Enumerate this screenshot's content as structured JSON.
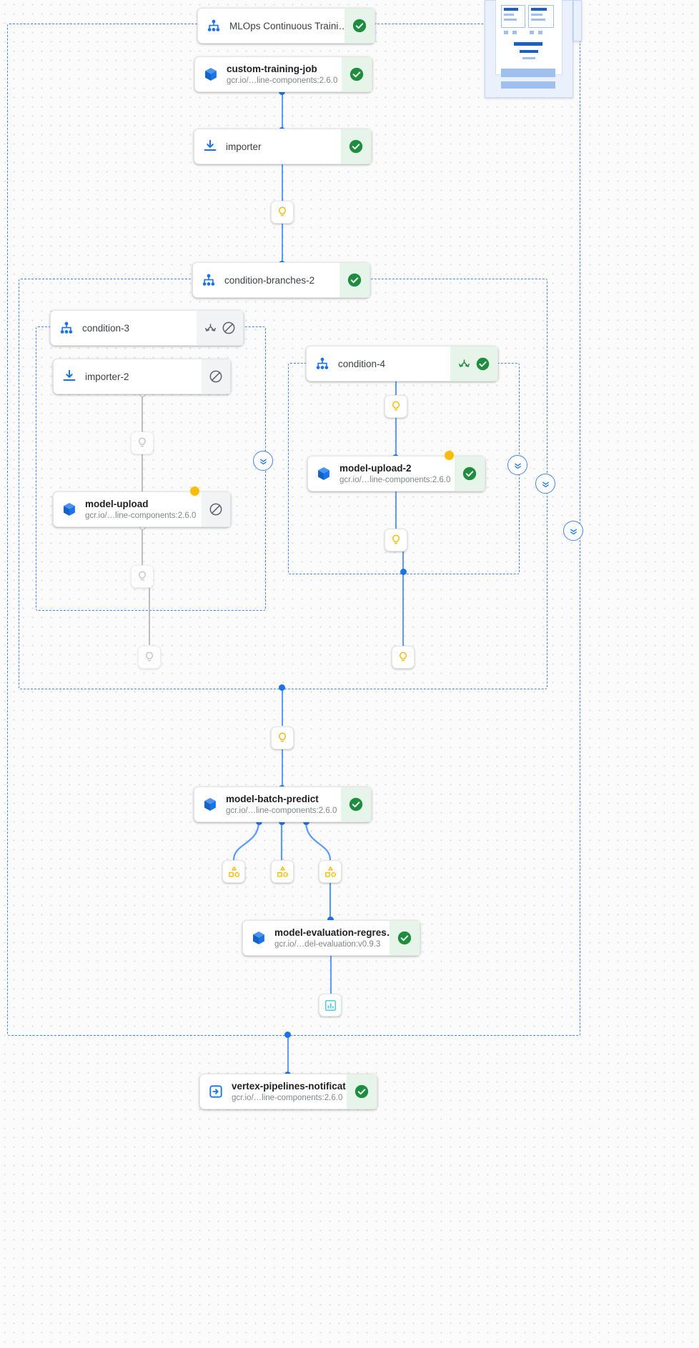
{
  "app": {
    "view": "vertex-ai-pipeline-run-graph",
    "colors": {
      "edge_blue": "#5b9bf8",
      "edge_grey": "#bdbdbd",
      "group_dash": "#4285f4",
      "success_green": "#1e8e3e",
      "success_bg": "#e6f4ea",
      "skipped_bg": "#f1f3f4",
      "skipped_grey": "#5f6368",
      "artifact_amber": "#fbbc04",
      "metric_cyan": "#4ecde4",
      "icon_blue": "#1a73e8"
    }
  },
  "graph": {
    "nodes": [
      {
        "id": "mlops-continuous-training",
        "title": "MLOps Continuous Traini…",
        "subtitle": "",
        "icon": "dag-root-icon",
        "status": "succeeded",
        "status_icon": "check-circle-icon"
      },
      {
        "id": "custom-training-job",
        "title": "custom-training-job",
        "subtitle": "gcr.io/…line-components:2.6.0",
        "icon": "container-cube-icon",
        "status": "succeeded",
        "status_icon": "check-circle-icon"
      },
      {
        "id": "importer",
        "title": "importer",
        "subtitle": "",
        "icon": "import-download-icon",
        "status": "succeeded",
        "status_icon": "check-circle-icon"
      },
      {
        "id": "condition-branches-2",
        "title": "condition-branches-2",
        "subtitle": "",
        "icon": "dag-root-icon",
        "status": "succeeded",
        "status_icon": "check-circle-icon"
      },
      {
        "id": "condition-3",
        "title": "condition-3",
        "subtitle": "",
        "icon": "dag-root-icon",
        "status": "skipped",
        "status_icon": "branch-arrow-icon",
        "status_icon_2": "block-circle-icon"
      },
      {
        "id": "importer-2",
        "title": "importer-2",
        "subtitle": "",
        "icon": "import-download-icon",
        "status": "skipped",
        "status_icon": "block-circle-icon"
      },
      {
        "id": "model-upload",
        "title": "model-upload",
        "subtitle": "gcr.io/…line-components:2.6.0",
        "icon": "container-cube-icon",
        "status": "skipped",
        "status_icon": "block-circle-icon",
        "cached": true
      },
      {
        "id": "condition-4",
        "title": "condition-4",
        "subtitle": "",
        "icon": "dag-root-icon",
        "status": "succeeded",
        "status_icon": "branch-arrow-icon",
        "status_icon_2": "check-circle-icon"
      },
      {
        "id": "model-upload-2",
        "title": "model-upload-2",
        "subtitle": "gcr.io/…line-components:2.6.0",
        "icon": "container-cube-icon",
        "status": "succeeded",
        "status_icon": "check-circle-icon",
        "cached": true
      },
      {
        "id": "model-batch-predict",
        "title": "model-batch-predict",
        "subtitle": "gcr.io/…line-components:2.6.0",
        "icon": "container-cube-icon",
        "status": "succeeded",
        "status_icon": "check-circle-icon"
      },
      {
        "id": "model-evaluation-regression",
        "title": "model-evaluation-regres…",
        "subtitle": "gcr.io/…del-evaluation:v0.9.3",
        "icon": "container-cube-icon",
        "status": "succeeded",
        "status_icon": "check-circle-icon"
      },
      {
        "id": "vertex-pipelines-notification",
        "title": "vertex-pipelines-notificat…",
        "subtitle": "gcr.io/…line-components:2.6.0",
        "icon": "exit-arrow-icon",
        "status": "succeeded",
        "status_icon": "check-circle-icon"
      }
    ],
    "artifacts": [
      {
        "id": "artifact-1",
        "icon": "lightbulb-icon",
        "state": "active"
      },
      {
        "id": "artifact-2",
        "icon": "lightbulb-icon",
        "state": "muted"
      },
      {
        "id": "artifact-3",
        "icon": "lightbulb-icon",
        "state": "muted"
      },
      {
        "id": "artifact-4",
        "icon": "lightbulb-icon",
        "state": "muted"
      },
      {
        "id": "artifact-5",
        "icon": "lightbulb-icon",
        "state": "muted"
      },
      {
        "id": "artifact-6",
        "icon": "lightbulb-icon",
        "state": "active"
      },
      {
        "id": "artifact-7",
        "icon": "lightbulb-icon",
        "state": "active"
      },
      {
        "id": "artifact-8",
        "icon": "lightbulb-icon",
        "state": "active"
      },
      {
        "id": "artifact-9",
        "icon": "lightbulb-icon",
        "state": "active"
      },
      {
        "id": "dataset-1",
        "icon": "dataset-shapes-icon",
        "state": "active"
      },
      {
        "id": "dataset-2",
        "icon": "dataset-shapes-icon",
        "state": "active"
      },
      {
        "id": "dataset-3",
        "icon": "dataset-shapes-icon",
        "state": "active"
      },
      {
        "id": "metrics-1",
        "icon": "metrics-chart-icon",
        "state": "active"
      }
    ],
    "collapse_controls": [
      {
        "id": "collapse-condition-3",
        "icon": "collapse-chevrons-icon"
      },
      {
        "id": "collapse-condition-4",
        "icon": "collapse-chevrons-icon"
      },
      {
        "id": "collapse-condition-branches-2",
        "icon": "collapse-chevrons-icon"
      },
      {
        "id": "collapse-root-dag",
        "icon": "collapse-chevrons-icon"
      }
    ],
    "groups": [
      {
        "id": "group-root-dag",
        "label": ""
      },
      {
        "id": "group-condition-branches-2",
        "label": ""
      },
      {
        "id": "group-condition-3",
        "label": ""
      },
      {
        "id": "group-condition-4",
        "label": ""
      }
    ]
  },
  "minimap": {
    "name": "graph-minimap",
    "visible": true
  }
}
